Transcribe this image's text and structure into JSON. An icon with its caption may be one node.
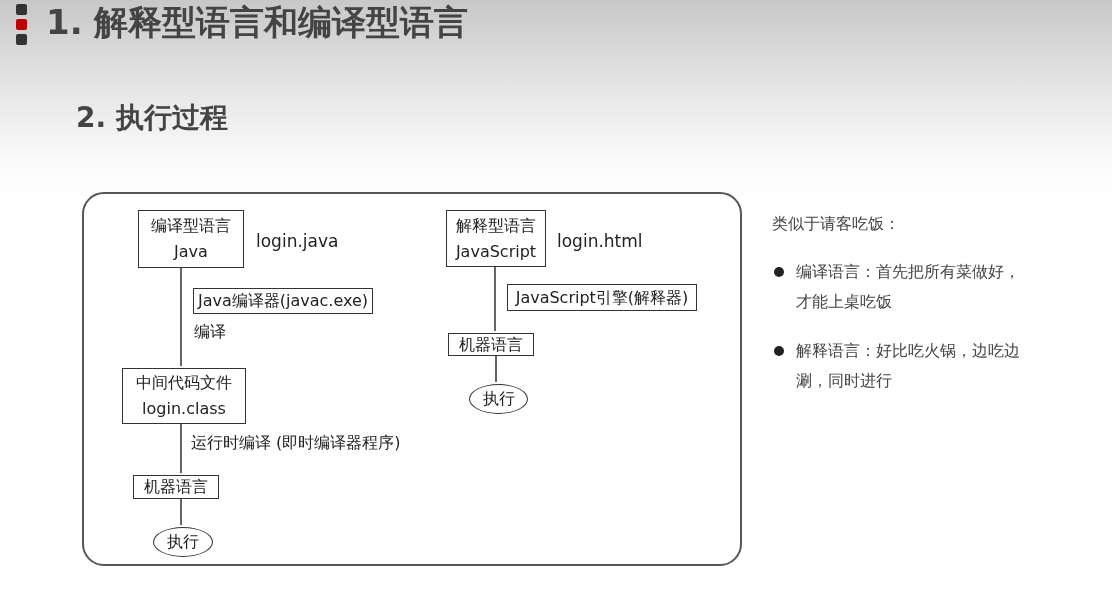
{
  "diagram": {
    "title": "1. 解释型语言和编译型语言",
    "nodes": [
      {
        "text": [],
        "shape": "box"
      },
      {
        "text": [
          "编译型语言",
          "Java"
        ],
        "in": 0,
        "beside": [
          "login.java"
        ]
      },
      {
        "text": [
          "Java编译器(javac.exe)"
        ],
        "in": 0,
        "beside": [
          "编译"
        ]
      },
      {
        "text": [
          "中间代码文件",
          "login.class"
        ],
        "in": 0
      },
      {
        "text": [
          "机器语言"
        ],
        "in": 0
      },
      {
        "text": [
          "执行"
        ],
        "in": 0
      },
      {
        "text": [
          "解释型语言",
          "JavaScript"
        ],
        "in": 0,
        "beside": [
          "login.html"
        ]
      },
      {
        "text": [
          "JavaScript引擎(解释器)"
        ],
        "in": 0
      },
      {
        "text": [
          "机器语言"
        ],
        "in": 0
      },
      {
        "text": [
          "执行"
        ],
        "in": 0
      }
    ],
    "edges": [
      {
        "from": 1,
        "to": 3,
        "arrow": "none"
      },
      {
        "from": 3,
        "to": 4,
        "arrow": "none"
      },
      {
        "from": 4,
        "to": 5,
        "arrow": "none"
      },
      {
        "from": 6,
        "to": 8,
        "arrow": "none"
      },
      {
        "from": 8,
        "to": 9,
        "arrow": "none"
      }
    ],
    "labels": [
      "2. 执行过程",
      "运行时编译 (即时编译器程序)",
      "类似于请客吃饭：",
      "编译语言：首先把所有菜做好，才能上桌吃饭",
      "解释语言：好比吃火锅，边吃边涮，同时进行"
    ]
  }
}
